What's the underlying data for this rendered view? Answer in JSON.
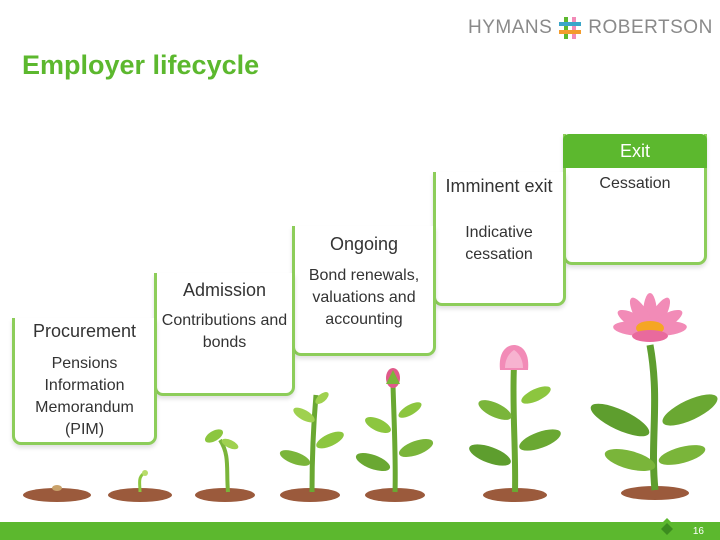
{
  "brand": {
    "name": "HYMANS ROBERTSON",
    "left": "HYMANS",
    "right": "ROBERTSON"
  },
  "title": "Employer lifecycle",
  "stages": [
    {
      "header": "Procurement",
      "body": "Pensions Information Memorandum (PIM)"
    },
    {
      "header": "Admission",
      "body": "Contributions and bonds"
    },
    {
      "header": "Ongoing",
      "body": "Bond renewals, valuations and accounting"
    },
    {
      "header": "Imminent exit",
      "body": "Indicative cessation"
    },
    {
      "header": "Exit",
      "body": "Cessation"
    }
  ],
  "page_number": "16",
  "colors": {
    "accent": "#5cb82e",
    "border": "#8dcd5a",
    "flower": "#f28bb7"
  }
}
